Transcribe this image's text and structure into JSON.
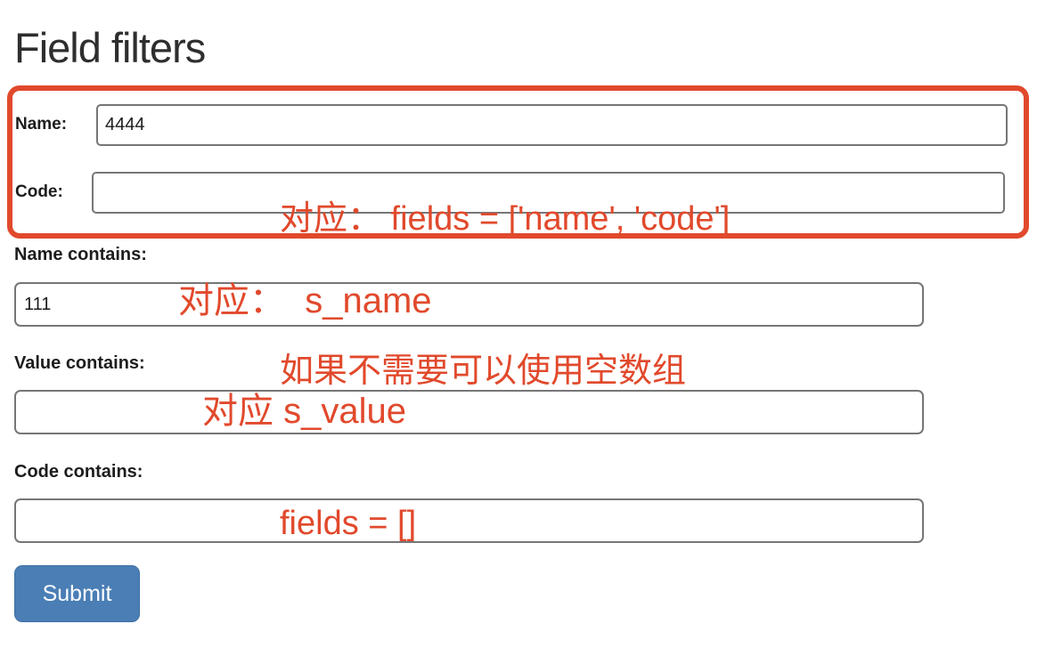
{
  "page": {
    "title": "Field filters"
  },
  "form": {
    "fields_group": {
      "rows": [
        {
          "label": "Name:",
          "value": "4444"
        },
        {
          "label": "Code:",
          "value": ""
        }
      ]
    },
    "name_contains": {
      "label": "Name contains:",
      "value": "111"
    },
    "value_contains": {
      "label": "Value contains:",
      "value": ""
    },
    "code_contains": {
      "label": "Code contains:",
      "value": ""
    },
    "submit_label": "Submit"
  },
  "annotations": {
    "fields_note_line1": "对应： fields = ['name', 'code']",
    "fields_note_line2": "如果不需要可以使用空数组",
    "fields_note_line3": "fields = []",
    "s_name_note": "对应：  s_name",
    "s_value_note": "对应 s_value"
  },
  "colors": {
    "annotation_red": "#e1492c",
    "submit_blue": "#4a7eb5",
    "submit_text": "#ffffff",
    "input_border": "#767676",
    "label_text": "#1d1d1d",
    "title_text": "#2e2e2e"
  }
}
